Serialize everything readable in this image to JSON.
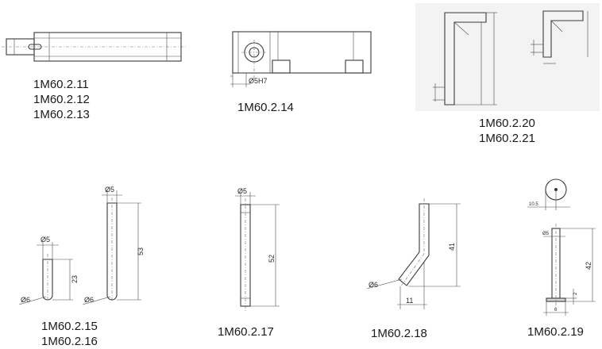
{
  "captions": {
    "c1": [
      "1M60.2.11",
      "1M60.2.12",
      "1M60.2.13"
    ],
    "c2": [
      "1M60.2.14"
    ],
    "c3": [
      "1M60.2.20",
      "1M60.2.21"
    ],
    "c4": [
      "1M60.2.15",
      "1M60.2.16"
    ],
    "c5": [
      "1M60.2.17"
    ],
    "c6": [
      "1M60.2.18"
    ],
    "c7": [
      "1M60.2.19"
    ]
  },
  "dims": {
    "d14_bore": "Ø5H7",
    "d15_dia": "Ø5",
    "d15_len": "23",
    "d15_end": "Ø6",
    "d16_dia": "Ø5",
    "d16_len": "53",
    "d16_end": "Ø6",
    "d17_dia": "Ø5",
    "d17_len": "52",
    "d18_end": "Ø6",
    "d18_len": "41",
    "d18_off": "11",
    "d19_head": "10.5",
    "d19_dia": "Ø5",
    "d19_len": "42",
    "d19_flange": "2",
    "d19_width": "6"
  }
}
